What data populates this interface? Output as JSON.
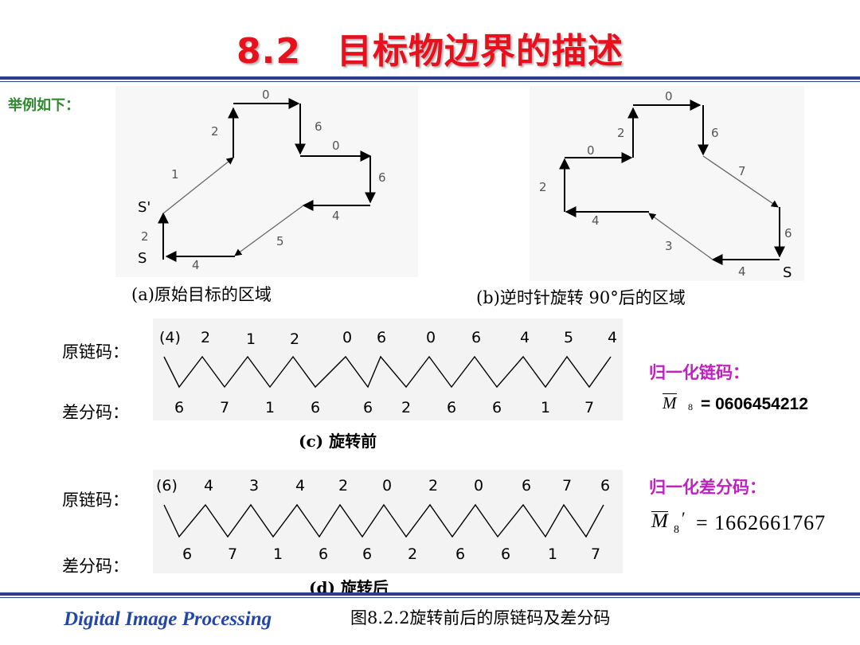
{
  "title": "8.2　目标物边界的描述",
  "example_label": "举例如下：",
  "figure_a": {
    "caption": "(a)原始目标的区域",
    "edge_labels": [
      "0",
      "2",
      "6",
      "0",
      "1",
      "6",
      "4",
      "5",
      "2",
      "4"
    ],
    "point_labels": [
      "S'",
      "S"
    ]
  },
  "figure_b": {
    "caption": "(b)逆时针旋转 90°后的区域",
    "edge_labels": [
      "0",
      "2",
      "0",
      "6",
      "7",
      "2",
      "4",
      "6",
      "3",
      "4"
    ],
    "point_labels": [
      "S"
    ]
  },
  "section_c": {
    "chain_label": "原链码：",
    "diff_label": "差分码：",
    "chain_codes": [
      "(4)",
      "2",
      "1",
      "2",
      "0",
      "6",
      "0",
      "6",
      "4",
      "5",
      "4"
    ],
    "diff_codes": [
      "6",
      "7",
      "1",
      "6",
      "6",
      "2",
      "6",
      "6",
      "1",
      "7"
    ],
    "caption": "(c)  旋转前"
  },
  "section_d": {
    "chain_label": "原链码：",
    "diff_label": "差分码：",
    "chain_codes": [
      "(6)",
      "4",
      "3",
      "4",
      "2",
      "0",
      "2",
      "0",
      "6",
      "7",
      "6"
    ],
    "diff_codes": [
      "6",
      "7",
      "1",
      "6",
      "6",
      "2",
      "6",
      "6",
      "1",
      "7"
    ],
    "caption": "(d)  旋转后"
  },
  "normalized_chain": {
    "label": "归一化链码：",
    "symbol": "M",
    "subscript": "8",
    "value": "= 0606454212"
  },
  "normalized_diff": {
    "label": "归一化差分码：",
    "symbol": "M",
    "subscript": "8",
    "prime": "′",
    "value": "= 1662661767"
  },
  "footer": {
    "left": "Digital Image Processing",
    "right": "图8.2.2旋转前后的原链码及差分码"
  },
  "colors": {
    "title": "#e8101c",
    "rule": "#2a3c8f",
    "example": "#2e8b2e",
    "normalized": "#c020c0",
    "footer_left": "#2347a8"
  }
}
